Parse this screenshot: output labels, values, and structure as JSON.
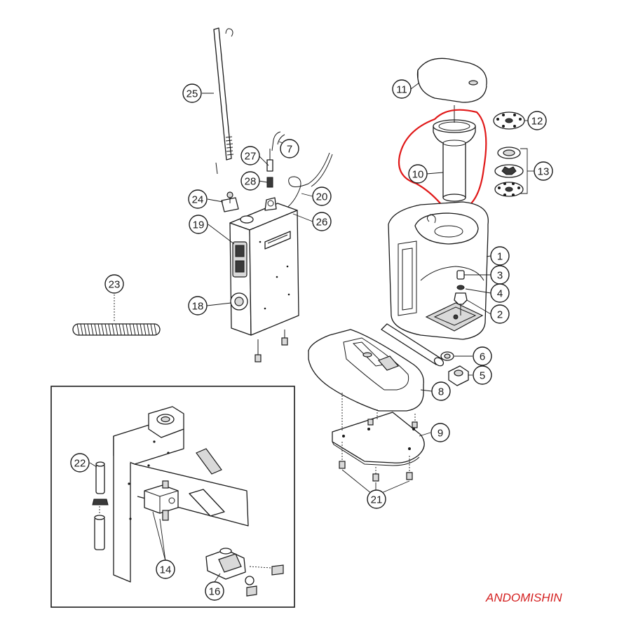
{
  "brand": {
    "text": "ANDOMISHIN",
    "color": "#d42020"
  },
  "highlight_color": "#e01818",
  "callouts": [
    {
      "id": "c1",
      "label": "1"
    },
    {
      "id": "c2",
      "label": "2"
    },
    {
      "id": "c3",
      "label": "3"
    },
    {
      "id": "c4",
      "label": "4"
    },
    {
      "id": "c5",
      "label": "5"
    },
    {
      "id": "c6",
      "label": "6"
    },
    {
      "id": "c7",
      "label": "7"
    },
    {
      "id": "c8",
      "label": "8"
    },
    {
      "id": "c9",
      "label": "9"
    },
    {
      "id": "c10",
      "label": "10"
    },
    {
      "id": "c11",
      "label": "11"
    },
    {
      "id": "c12",
      "label": "12"
    },
    {
      "id": "c13",
      "label": "13"
    },
    {
      "id": "c14",
      "label": "14"
    },
    {
      "id": "c16",
      "label": "16"
    },
    {
      "id": "c18",
      "label": "18"
    },
    {
      "id": "c19",
      "label": "19"
    },
    {
      "id": "c20",
      "label": "20"
    },
    {
      "id": "c21",
      "label": "21"
    },
    {
      "id": "c22",
      "label": "22"
    },
    {
      "id": "c23",
      "label": "23"
    },
    {
      "id": "c24",
      "label": "24"
    },
    {
      "id": "c25",
      "label": "25"
    },
    {
      "id": "c26",
      "label": "26"
    },
    {
      "id": "c27",
      "label": "27"
    },
    {
      "id": "c28",
      "label": "28"
    }
  ]
}
